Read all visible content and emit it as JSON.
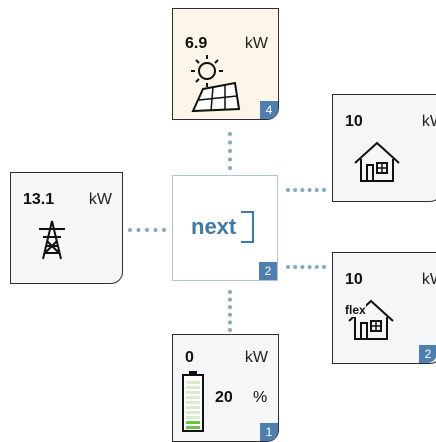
{
  "colors": {
    "badge": "#4f7fb1",
    "connector": "#86a9c2",
    "battery_fill": "#6fbf4b",
    "hub_text": "#3d7aa8"
  },
  "hub": {
    "logo": "next",
    "badge": "2"
  },
  "solar": {
    "value": "6.9",
    "unit": "kW",
    "badge": "4",
    "icon": "solar-panel-icon"
  },
  "grid": {
    "value": "13.1",
    "unit": "kW",
    "icon": "power-pylon-icon"
  },
  "house": {
    "value": "10",
    "unit": "kW",
    "icon": "house-icon"
  },
  "flex": {
    "value": "10",
    "unit": "kW",
    "label": "flex",
    "badge": "2",
    "icon": "flex-house-icon"
  },
  "battery": {
    "value": "0",
    "unit": "kW",
    "soc_value": "20",
    "soc_unit": "%",
    "badge": "1",
    "soc_fraction": 0.2,
    "icon": "battery-icon"
  }
}
